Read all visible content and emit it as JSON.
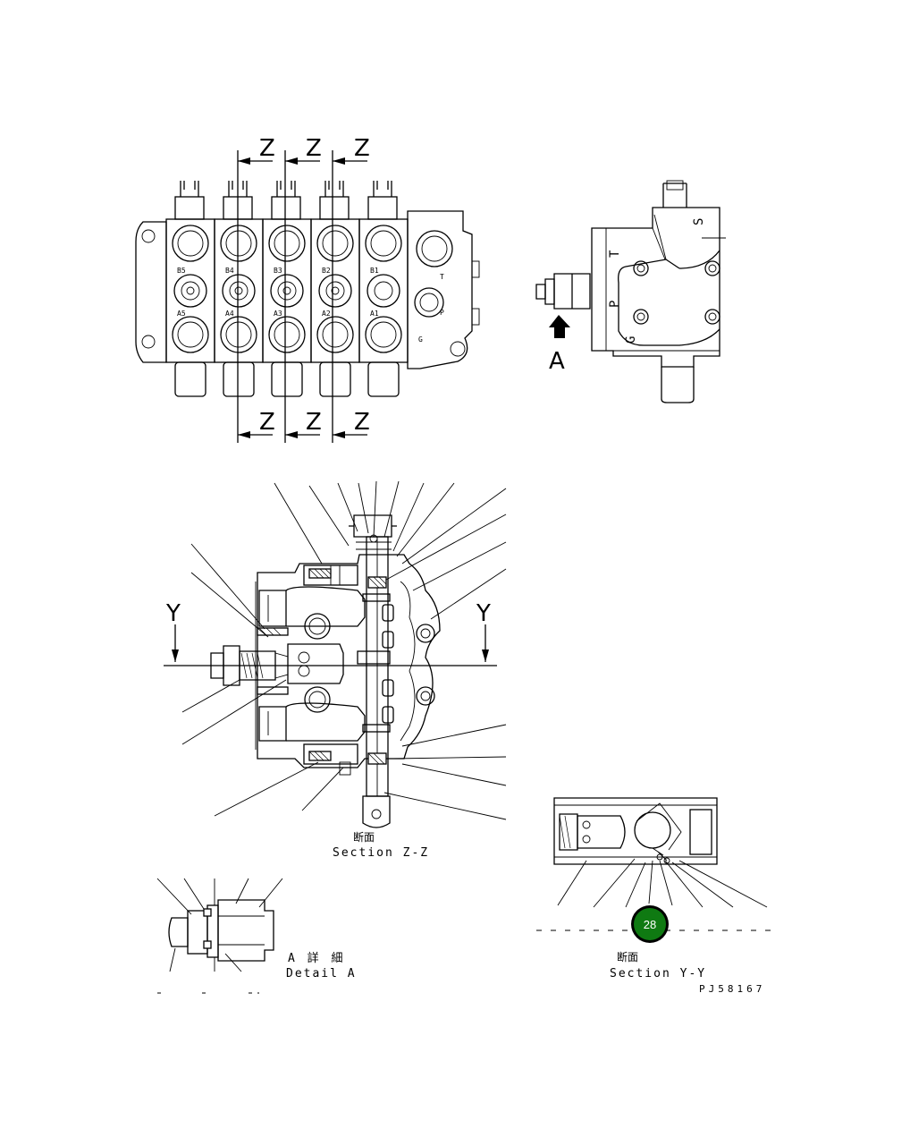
{
  "top_view": {
    "section_marks": [
      "Z",
      "Z",
      "Z",
      "Z",
      "Z",
      "Z"
    ],
    "port_labels": [
      "B5",
      "B4",
      "B3",
      "B2",
      "B1",
      "A5",
      "A4",
      "A3",
      "A2",
      "A1"
    ],
    "inlet_labels": [
      "T",
      "P",
      "G"
    ]
  },
  "side_view": {
    "arrow_label": "A",
    "face_labels": [
      "T",
      "P",
      "G",
      "S"
    ]
  },
  "section_z": {
    "cut_marks": [
      "Y",
      "Y"
    ],
    "title_jp": "断面",
    "title": "Section Z-Z"
  },
  "detail_a": {
    "title_jp": "A 詳 細",
    "title": "Detail A"
  },
  "section_y": {
    "title_jp": "断面",
    "title": "Section Y-Y",
    "callout": {
      "number": "28",
      "color": "#0f7a12"
    }
  },
  "drawing_code": "PJ58167"
}
